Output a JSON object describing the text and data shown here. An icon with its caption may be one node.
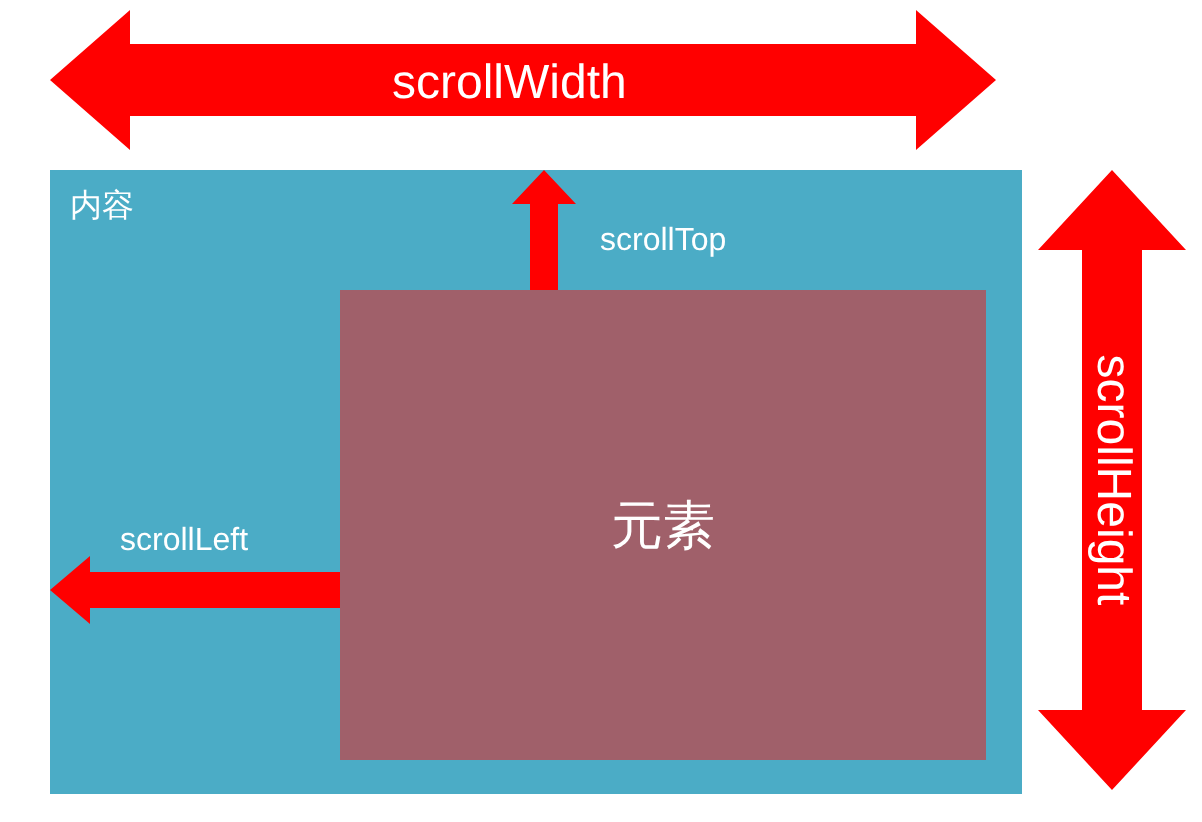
{
  "diagram": {
    "nodes": [
      {
        "text": [
          "内容"
        ]
      },
      {
        "text": [
          "元素"
        ],
        "in": 0
      }
    ],
    "edges": [],
    "labels": [
      "scrollWidth",
      "scrollTop",
      "scrollLeft",
      "scrollHeight"
    ]
  }
}
